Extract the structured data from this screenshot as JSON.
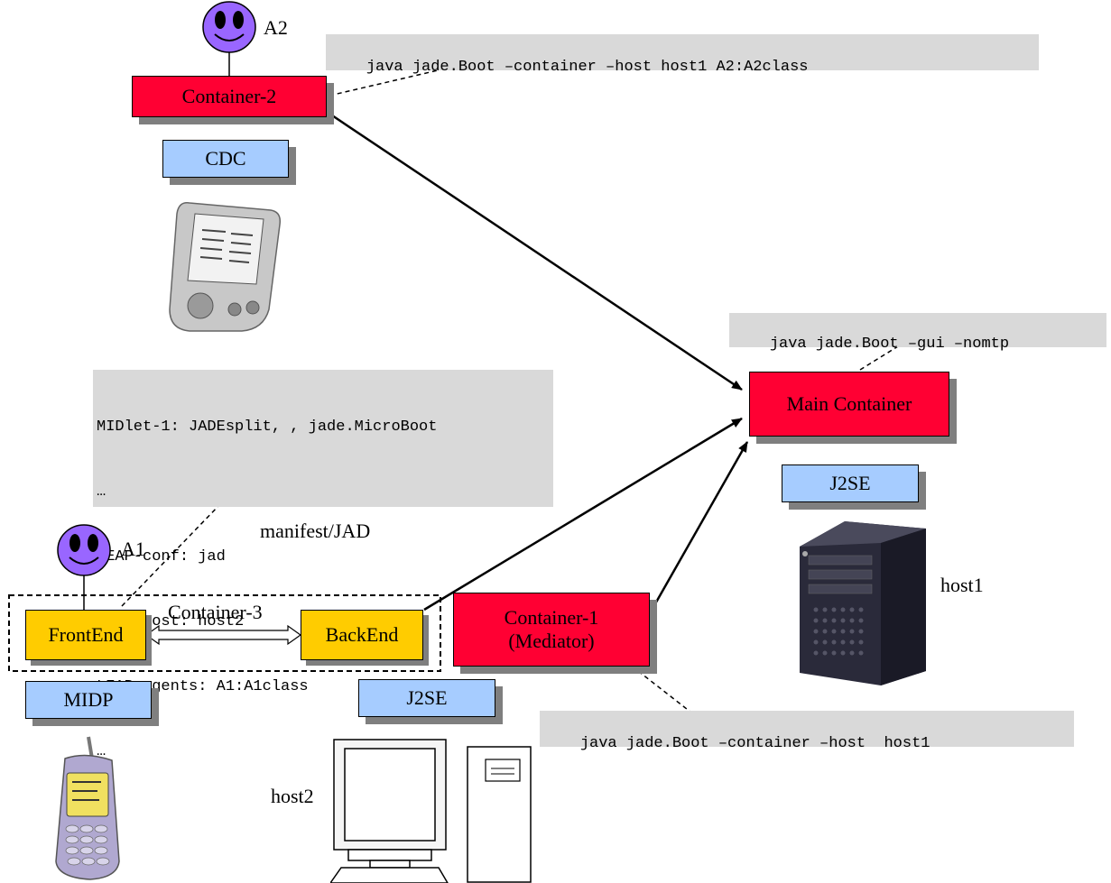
{
  "colors": {
    "container_red": "#ff0033",
    "profile_blue": "#a6ccff",
    "split_yellow": "#ffcc00",
    "code_gray": "#d9d9d9",
    "agent_purple": "#9966ff"
  },
  "agents": {
    "a2": {
      "label": "A2",
      "icon": "smiley-agent-icon"
    },
    "a1": {
      "label": "A1",
      "icon": "smiley-agent-icon"
    }
  },
  "containers": {
    "container2": "Container-2",
    "main": "Main Container",
    "container1_line1": "Container-1",
    "container1_line2": "(Mediator)",
    "frontend": "FrontEnd",
    "backend": "BackEnd",
    "container3": "Container-3"
  },
  "profiles": {
    "cdc": "CDC",
    "j2se_main": "J2SE",
    "midp": "MIDP",
    "j2se_host2": "J2SE"
  },
  "commands": {
    "container2": "java jade.Boot –container –host host1 A2:A2class",
    "main": "java jade.Boot –gui –nomtp",
    "container1": "java jade.Boot –container –host  host1",
    "jad_lines": [
      "MIDlet-1: JADEsplit, , jade.MicroBoot",
      "…",
      "LEAP-conf: jad",
      "LEAP-host: host2",
      "LEAP-agents: A1:A1class",
      "…"
    ]
  },
  "captions": {
    "manifest": "manifest/JAD",
    "host1": "host1",
    "host2": "host2"
  },
  "devices": {
    "pda": "pda-icon",
    "phone": "mobile-phone-icon",
    "server": "server-tower-icon",
    "desktop": "desktop-computer-icon"
  }
}
